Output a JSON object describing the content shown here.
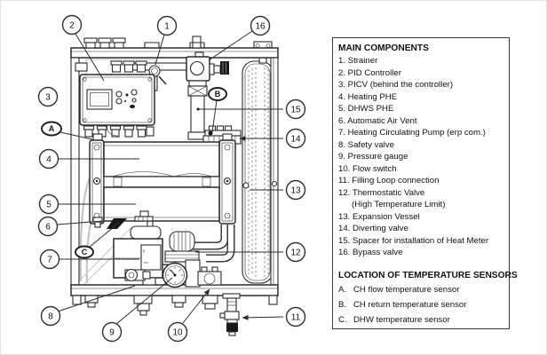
{
  "diagram": {
    "callouts": {
      "n1": "1",
      "n2": "2",
      "n3": "3",
      "n4": "4",
      "n5": "5",
      "n6": "6",
      "n7": "7",
      "n8": "8",
      "n9": "9",
      "n10": "10",
      "n11": "11",
      "n12": "12",
      "n13": "13",
      "n14": "14",
      "n15": "15",
      "n16": "16",
      "sA": "A",
      "sB": "B",
      "sC": "C"
    }
  },
  "legend": {
    "title": "MAIN COMPONENTS",
    "items": [
      "1. Strainer",
      "2. PID Controller",
      "3. PICV (behind the controller)",
      "4. Heating PHE",
      "5. DHWS PHE",
      "6. Automatic Air Vent",
      "7. Heating Circulating Pump (erp com.)",
      "8. Safety valve",
      "9. Pressure gauge",
      "10. Flow switch",
      "11. Filling Loop connection",
      "12. Thermostatic Valve",
      "(High Temperature Limit)",
      "13. Expansion Vessel",
      "14. Diverting valve",
      "15. Spacer for installation of Heat Meter",
      "16. Bypass valve"
    ],
    "sensors_title": "LOCATION OF TEMPERATURE SENSORS",
    "sensors": [
      {
        "key": "A.",
        "text": "CH flow temperature sensor"
      },
      {
        "key": "B.",
        "text": "CH return temperature sensor"
      },
      {
        "key": "C.",
        "text": "DHW temperature sensor"
      }
    ]
  },
  "colors": {
    "line": "#2b2b2b",
    "knob_dark": "#161616",
    "pipe_gray": "#c5c5c5"
  }
}
